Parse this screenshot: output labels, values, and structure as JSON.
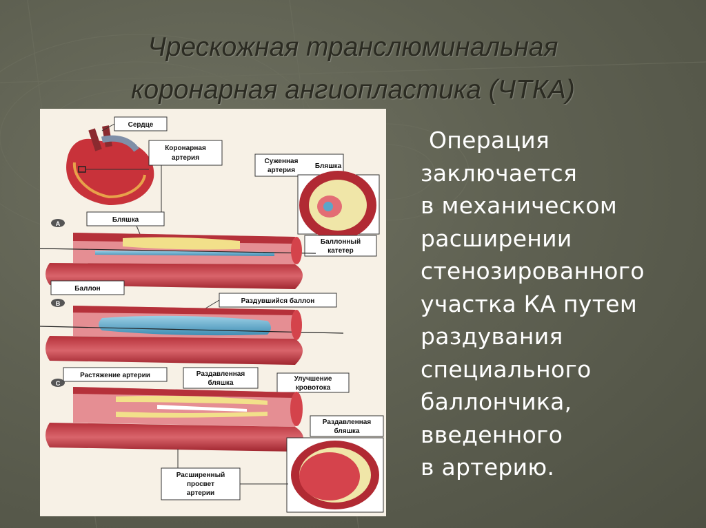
{
  "slide": {
    "title_line1": "Чрескожная транслюминальная",
    "title_line2": "коронарная ангиопластика (ЧТКА)",
    "body_lines": [
      "Операция",
      "заключается",
      "в механическом",
      "расширении",
      "стенозированного",
      "участка КА путем",
      "раздувания",
      "специального",
      "баллончика,",
      "введенного",
      "в артерию."
    ]
  },
  "figure": {
    "labels": {
      "heart": "Сердце",
      "coronary_1": "Коронарная",
      "coronary_2": "артерия",
      "narrowed_1": "Суженная",
      "narrowed_2": "артерия",
      "plaque_top": "Бляшка",
      "plaque_a": "Бляшка",
      "balloon_catheter_1": "Баллонный",
      "balloon_catheter_2": "катетер",
      "balloon": "Баллон",
      "inflated_balloon": "Раздувшийся баллон",
      "artery_stretch": "Растяжение артерии",
      "crushed_plaque_1": "Раздавленная",
      "crushed_plaque_2": "бляшка",
      "blood_flow_1": "Улучшение",
      "blood_flow_2": "кровотока",
      "crushed_plaque_right_1": "Раздавленная",
      "crushed_plaque_right_2": "бляшка",
      "widened_1": "Расширенный",
      "widened_2": "просвет",
      "widened_3": "артерии",
      "step_a": "A",
      "step_b": "B",
      "step_c": "C"
    }
  }
}
